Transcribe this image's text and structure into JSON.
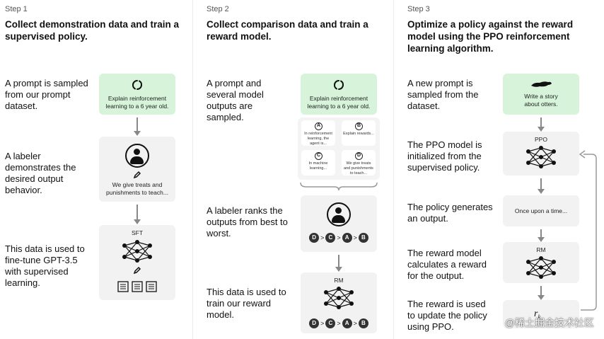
{
  "step1": {
    "step": "Step 1",
    "title": "Collect demonstration data and train a supervised policy.",
    "desc1": "A prompt is sampled from our prompt dataset.",
    "desc2": "A labeler demonstrates the desired output behavior.",
    "desc3": "This data is used to fine-tune GPT-3.5 with supervised learning.",
    "prompt": "Explain reinforcement learning to a 6 year old.",
    "demo": "We give treats and punishments to teach...",
    "model": "SFT"
  },
  "step2": {
    "step": "Step 2",
    "title": "Collect comparison data and train a reward model.",
    "desc1": "A prompt and several model outputs are sampled.",
    "desc2": "A labeler ranks the outputs from best to worst.",
    "desc3": "This data is used to train our reward model.",
    "prompt": "Explain reinforcement learning to a 6 year old.",
    "outputs": [
      {
        "letter": "A",
        "text": "In reinforcement learning, the agent is..."
      },
      {
        "letter": "B",
        "text": "Explain rewards..."
      },
      {
        "letter": "C",
        "text": "In machine learning..."
      },
      {
        "letter": "D",
        "text": "We give treats and punishments to teach..."
      }
    ],
    "ranking": [
      "D",
      ">",
      "C",
      ">",
      "A",
      ">",
      "B"
    ],
    "model": "RM"
  },
  "step3": {
    "step": "Step 3",
    "title": "Optimize a policy against the reward model using the PPO reinforcement learning algorithm.",
    "desc1": "A new prompt is sampled from the dataset.",
    "desc2": "The PPO model is initialized from the supervised policy.",
    "desc3": "The policy generates an output.",
    "desc4": "The reward model calculates a reward for the output.",
    "desc5": "The reward is used to update the policy using PPO.",
    "prompt": "Write a story about otters.",
    "policy_model": "PPO",
    "output": "Once upon a time...",
    "reward_model": "RM",
    "reward": "r",
    "reward_sub": "k"
  },
  "watermark": "@稀土掘金技术社区"
}
